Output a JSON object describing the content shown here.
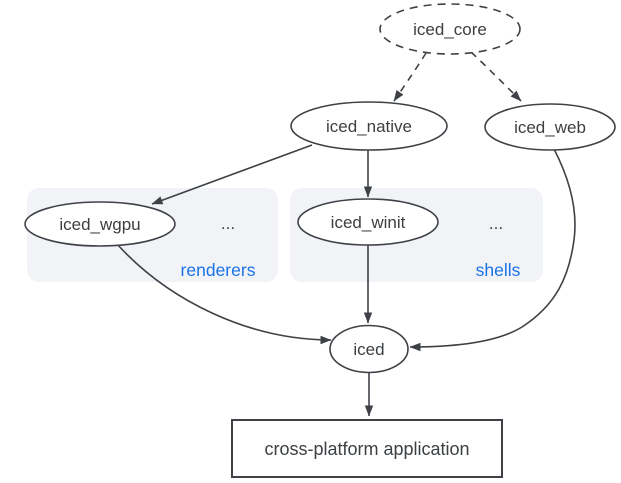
{
  "colors": {
    "stroke": "#3e4247",
    "text": "#3c4043",
    "group_fill": "#f1f3f7",
    "group_label": "#1a73e8",
    "node_fill": "#ffffff",
    "background": "#ffffff"
  },
  "nodes": {
    "iced_core": {
      "label": "iced_core",
      "shape": "ellipse",
      "style": "dashed"
    },
    "iced_native": {
      "label": "iced_native",
      "shape": "ellipse",
      "style": "solid"
    },
    "iced_web": {
      "label": "iced_web",
      "shape": "ellipse",
      "style": "solid"
    },
    "iced_wgpu": {
      "label": "iced_wgpu",
      "shape": "ellipse",
      "style": "solid",
      "group": "renderers"
    },
    "iced_winit": {
      "label": "iced_winit",
      "shape": "ellipse",
      "style": "solid",
      "group": "shells"
    },
    "iced": {
      "label": "iced",
      "shape": "ellipse",
      "style": "solid"
    },
    "application": {
      "label": "cross-platform application",
      "shape": "rectangle",
      "style": "solid"
    }
  },
  "groups": {
    "renderers": {
      "label": "renderers",
      "ellipsis": "..."
    },
    "shells": {
      "label": "shells",
      "ellipsis": "..."
    }
  },
  "edges": [
    {
      "from": "iced_core",
      "to": "iced_native",
      "style": "dashed"
    },
    {
      "from": "iced_core",
      "to": "iced_web",
      "style": "dashed"
    },
    {
      "from": "iced_native",
      "to": "iced_wgpu",
      "style": "solid"
    },
    {
      "from": "iced_native",
      "to": "iced_winit",
      "style": "solid"
    },
    {
      "from": "iced_wgpu",
      "to": "iced",
      "style": "solid"
    },
    {
      "from": "iced_winit",
      "to": "iced",
      "style": "solid"
    },
    {
      "from": "iced_web",
      "to": "iced",
      "style": "solid"
    },
    {
      "from": "iced",
      "to": "application",
      "style": "solid"
    }
  ]
}
